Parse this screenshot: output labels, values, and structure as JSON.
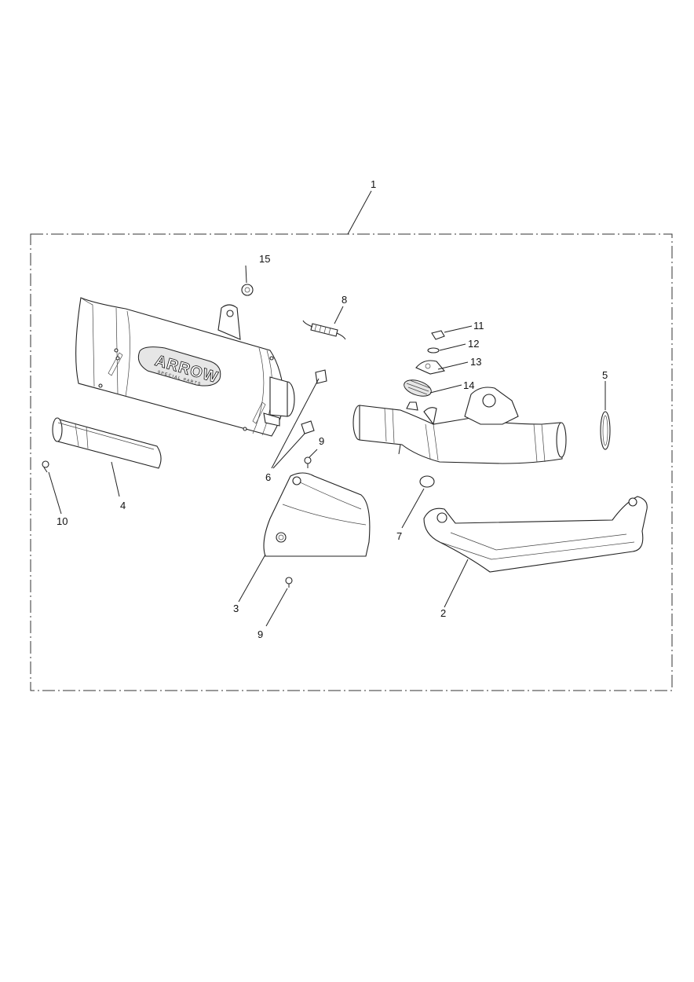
{
  "diagram": {
    "callouts": {
      "c1": "1",
      "c2": "2",
      "c3": "3",
      "c4": "4",
      "c5": "5",
      "c6": "6",
      "c7": "7",
      "c8": "8",
      "c9a": "9",
      "c9b": "9",
      "c10": "10",
      "c11": "11",
      "c12": "12",
      "c13": "13",
      "c14": "14",
      "c15": "15"
    },
    "logo": {
      "brand": "ARROW",
      "sub": "SPECIAL PARTS"
    },
    "colors": {
      "line": "#222222",
      "background": "#ffffff"
    }
  }
}
